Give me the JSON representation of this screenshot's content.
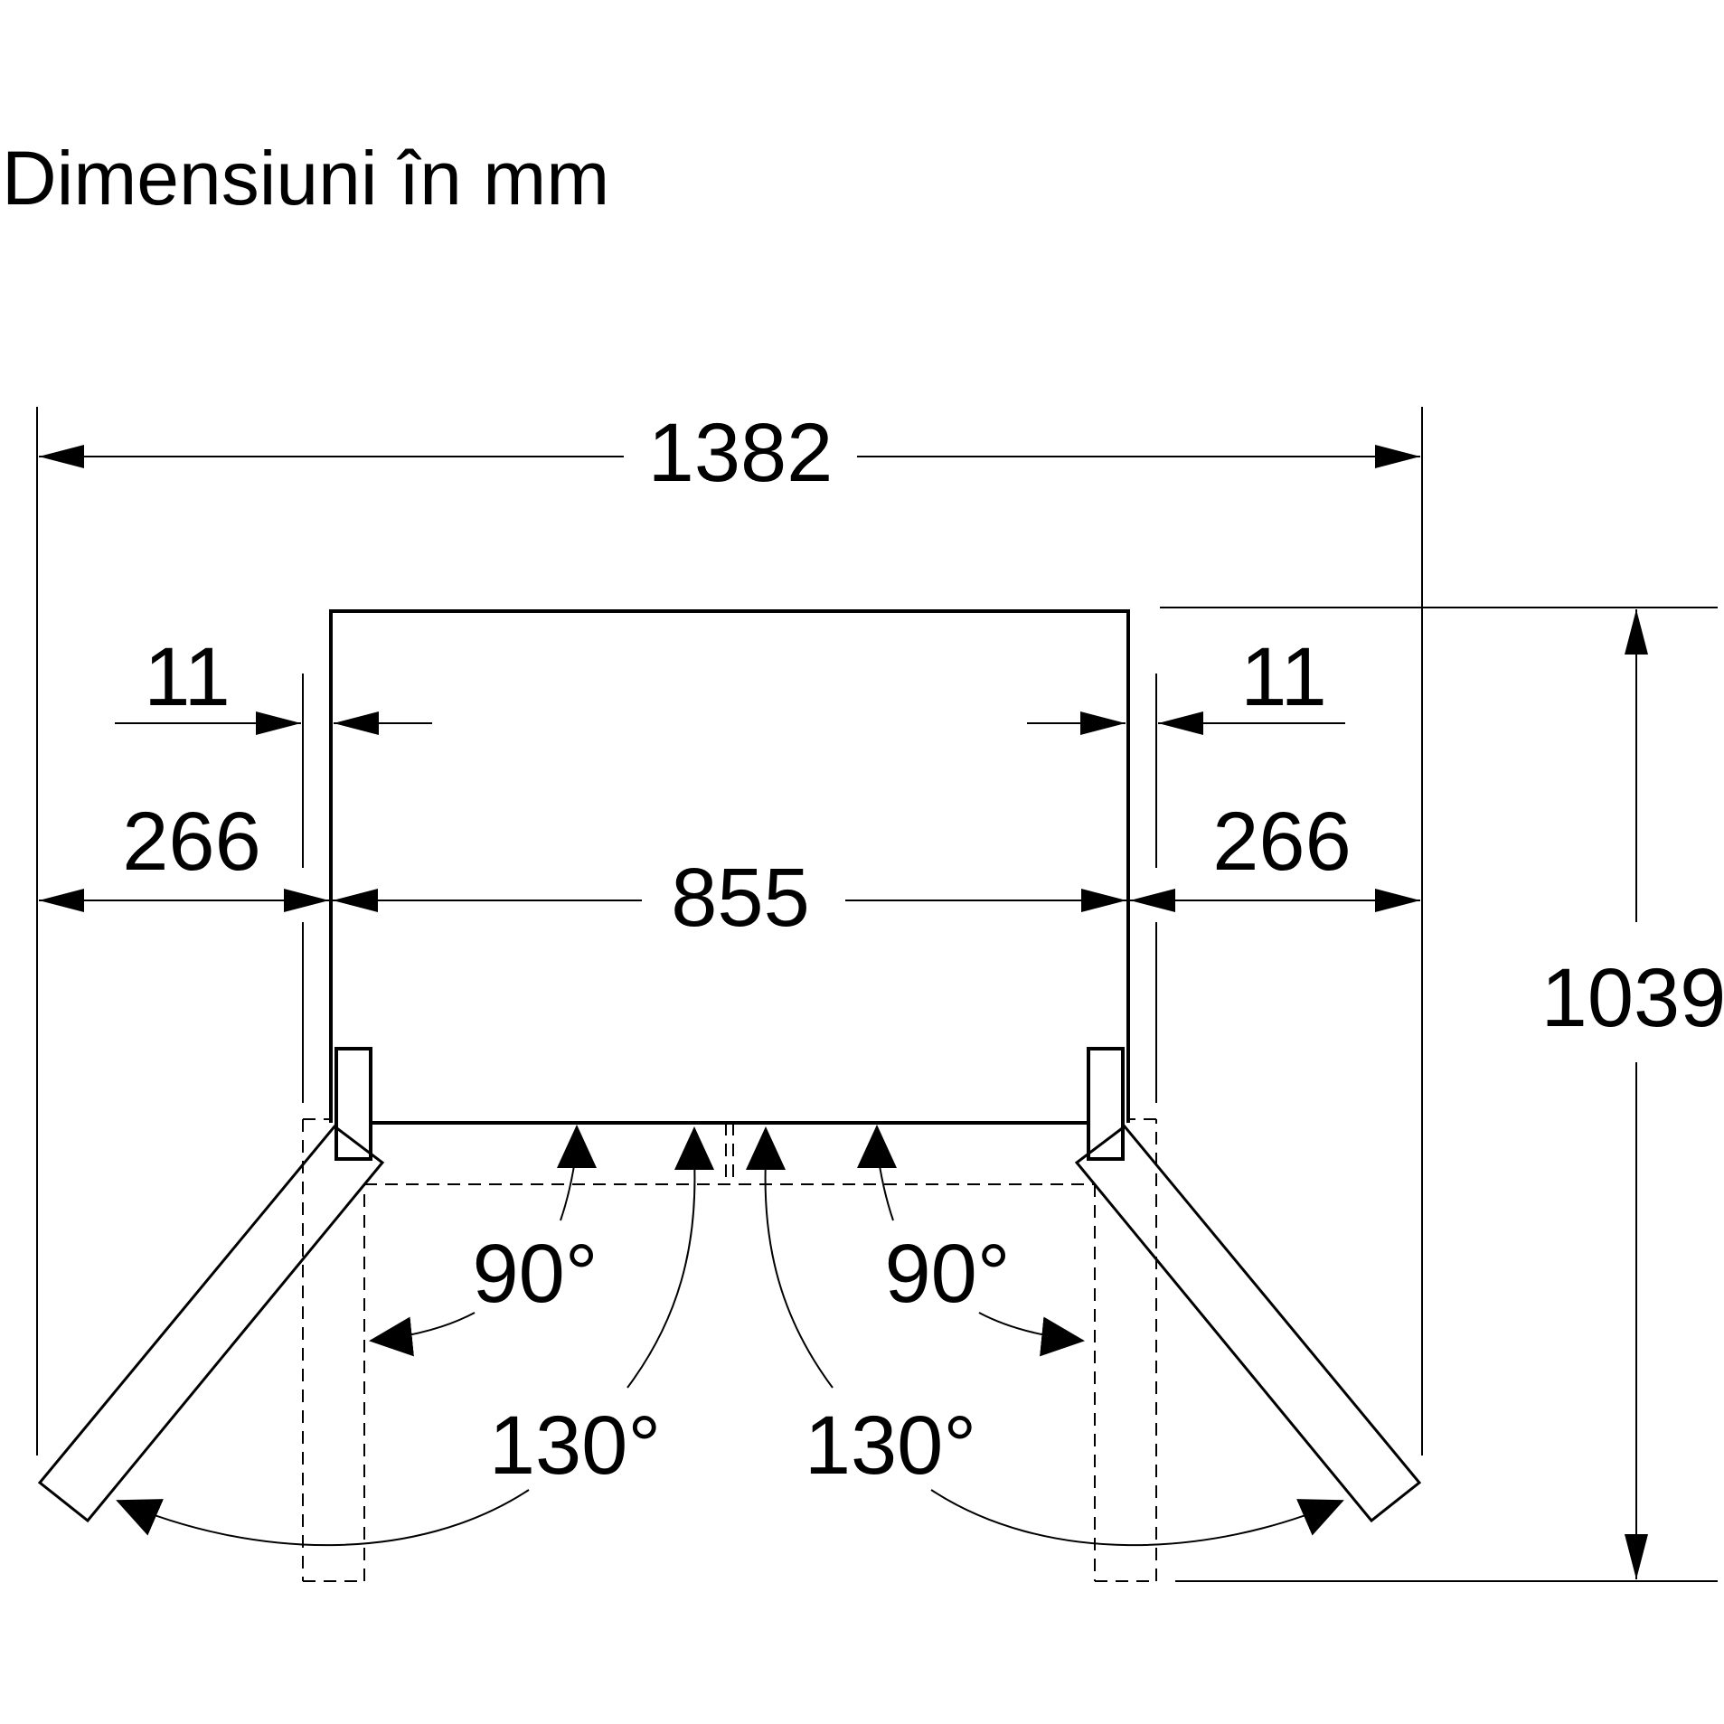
{
  "title": "Dimensiuni în mm",
  "dimensions": {
    "overall_width": "1382",
    "body_width": "855",
    "side_clearance_left": "266",
    "side_clearance_right": "266",
    "gap_left": "11",
    "gap_right": "11",
    "depth_open": "1039"
  },
  "angles": {
    "left_90": "90°",
    "right_90": "90°",
    "left_130": "130°",
    "right_130": "130°"
  }
}
